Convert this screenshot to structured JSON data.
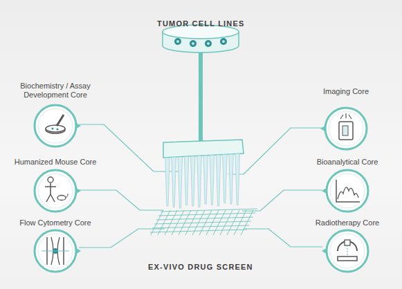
{
  "diagram": {
    "title": "TUMOR CELL LINES",
    "nodes": [
      {
        "text": [
          "Biochemistry / Assay Development Core"
        ]
      },
      {
        "text": [
          "Humanized Mouse Core"
        ]
      },
      {
        "text": [
          "Flow Cytometry Core"
        ]
      },
      {
        "text": [
          "Imaging Core"
        ]
      },
      {
        "text": [
          "Bioanalytical Core"
        ]
      },
      {
        "text": [
          "Radiotherapy Core"
        ]
      }
    ],
    "labels": [
      "EX-VIVO DRUG SCREEN"
    ]
  }
}
